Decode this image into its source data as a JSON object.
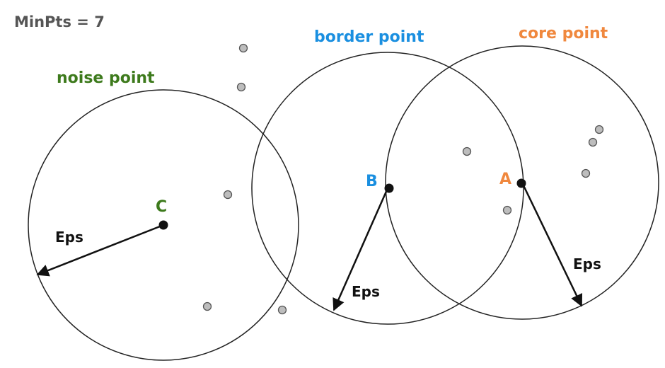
{
  "header": {
    "minpts_label": "MinPts = 7"
  },
  "labels": {
    "noise_point": "noise point",
    "border_point": "border point",
    "core_point": "core point"
  },
  "points": {
    "c_letter": "C",
    "b_letter": "B",
    "a_letter": "A"
  },
  "eps_label": "Eps",
  "colors": {
    "minpts": "#555555",
    "noise": "#3d7a1c",
    "border": "#1a8fe0",
    "core": "#f0883e",
    "circle": "#222222",
    "eps_text": "#111111",
    "neighbor_fill": "#bdbdbd",
    "neighbor_stroke": "#555555",
    "key_point": "#111111"
  }
}
